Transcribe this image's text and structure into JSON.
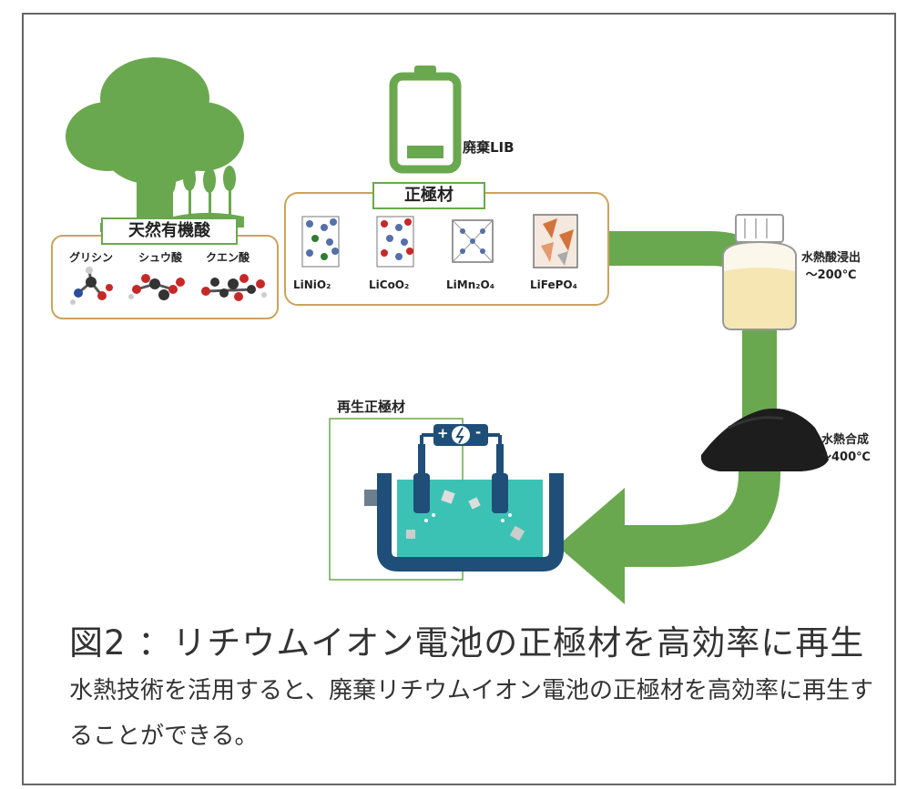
{
  "diagram": {
    "battery_label": "廃棄LIB",
    "cathode_box": {
      "title": "正極材",
      "materials": [
        "LiNiO₂",
        "LiCoO₂",
        "LiMn₂O₄",
        "LiFePO₄"
      ]
    },
    "acid_box": {
      "title": "天然有機酸",
      "acids": [
        "グリシン",
        "シュウ酸",
        "クエン酸"
      ]
    },
    "leach_step": {
      "line1": "水熱酸浸出",
      "line2": "～200℃"
    },
    "synth_step": {
      "line1": "水熱合成",
      "line2": "～400℃"
    },
    "regen_label": "再生正極材",
    "electrode_signs": {
      "plus": "+",
      "minus": "-"
    },
    "colors": {
      "green": "#6aa84f",
      "frame_brown": "#c9a45c",
      "teal": "#3cc2b4",
      "navy": "#1f4e79"
    }
  },
  "caption": {
    "title": "図2 ：リチウムイオン電池の正極材を高効率に再生",
    "body": "水熱技術を活用すると、廃棄リチウムイオン電池の正極材を高効率に再生することができる。"
  }
}
